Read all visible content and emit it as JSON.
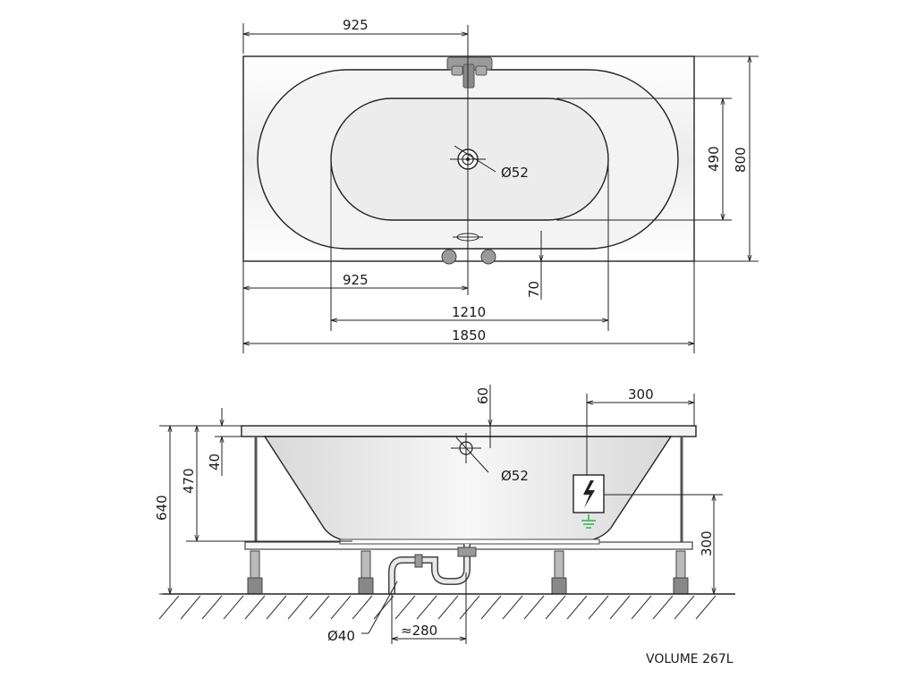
{
  "top_view": {
    "dim_top_half_length": "925",
    "dim_bottom_half_length": "925",
    "dim_inner_length": "1210",
    "dim_total_length": "1850",
    "dim_inner_width": "490",
    "dim_total_width": "800",
    "dim_overflow_offset": "70",
    "dim_drain": "Ø52"
  },
  "side_view": {
    "dim_total_height": "640",
    "dim_depth": "470",
    "dim_rim": "40",
    "dim_overflow_height": "60",
    "dim_overflow": "Ø52",
    "dim_electric_offset": "300",
    "dim_electric_height": "300",
    "dim_waste_pipe": "Ø40",
    "dim_waste_offset": "≈280"
  },
  "volume_label": "VOLUME 267L",
  "colors": {
    "line": "#222222",
    "tub_fill_light": "#f4f4f4",
    "tub_fill_mid": "#e6e6e6",
    "ground_symbol": "#2db34a"
  },
  "icons": [
    "lightning-icon",
    "ground-icon"
  ]
}
